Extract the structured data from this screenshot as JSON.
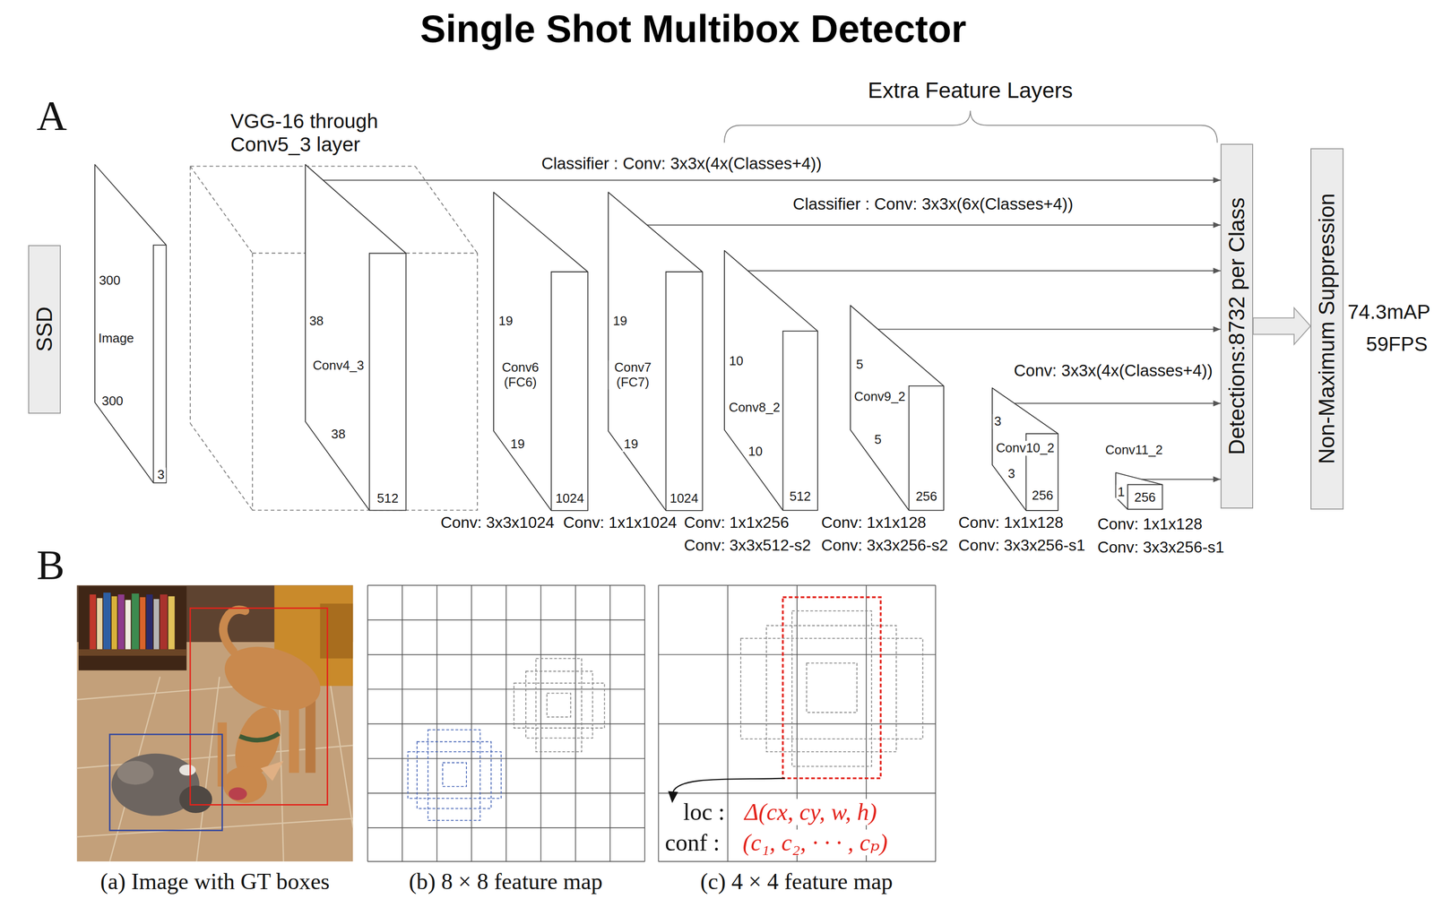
{
  "diagram": {
    "title": "Single Shot Multibox Detector",
    "nodes": [
      {
        "text": [
          "SSD"
        ]
      },
      {
        "text": [
          "300",
          "Image",
          "300",
          "3"
        ]
      },
      {
        "text": [
          "VGG-16 through Conv5_3 layer"
        ]
      },
      {
        "text": [
          "38",
          "Conv4_3",
          "38",
          "512"
        ],
        "in": 2
      },
      {
        "text": [
          "19",
          "Conv6 (FC6)",
          "19",
          "1024"
        ]
      },
      {
        "text": [
          "19",
          "Conv7 (FC7)",
          "19",
          "1024"
        ]
      },
      {
        "text": [
          "10",
          "Conv8_2",
          "10",
          "512"
        ]
      },
      {
        "text": [
          "5",
          "Conv9_2",
          "5",
          "256"
        ]
      },
      {
        "text": [
          "3",
          "Conv10_2",
          "3",
          "256"
        ]
      },
      {
        "text": [
          "Conv11_2",
          "1",
          "256"
        ]
      },
      {
        "text": [
          "Detections:8732 per Class"
        ]
      },
      {
        "text": [
          "Non-Maximum Suppression"
        ]
      }
    ],
    "edges": [
      {
        "from": 3,
        "to": 10,
        "arrow": "to",
        "label": "Classifier : Conv: 3x3x(4x(Classes+4))"
      },
      {
        "from": 5,
        "to": 10,
        "arrow": "to",
        "label": "Classifier : Conv: 3x3x(6x(Classes+4))"
      },
      {
        "from": 6,
        "to": 10,
        "arrow": "to"
      },
      {
        "from": 7,
        "to": 10,
        "arrow": "to"
      },
      {
        "from": 8,
        "to": 10,
        "arrow": "to",
        "label": "Conv: 3x3x(4x(Classes+4))"
      },
      {
        "from": 9,
        "to": 10,
        "arrow": "to"
      },
      {
        "from": 10,
        "to": 11,
        "arrow": "to"
      }
    ],
    "labels": [
      "A",
      "Extra Feature Layers",
      "Conv: 3x3x1024",
      "Conv: 1x1x1024",
      "Conv: 1x1x256",
      "Conv: 3x3x512-s2",
      "Conv: 1x1x128",
      "Conv: 3x3x256-s2",
      "Conv: 1x1x128",
      "Conv: 3x3x256-s1",
      "Conv: 1x1x128",
      "Conv: 3x3x256-s1",
      "74.3mAP",
      "59FPS",
      "B",
      "(a) Image with GT boxes",
      "(b) 8 × 8 feature map",
      "(c) 4 × 4 feature map",
      "loc :",
      "Δ(cx, cy, w, h)",
      "conf :",
      "(c₁, c₂, · · · , cₚ)"
    ]
  }
}
